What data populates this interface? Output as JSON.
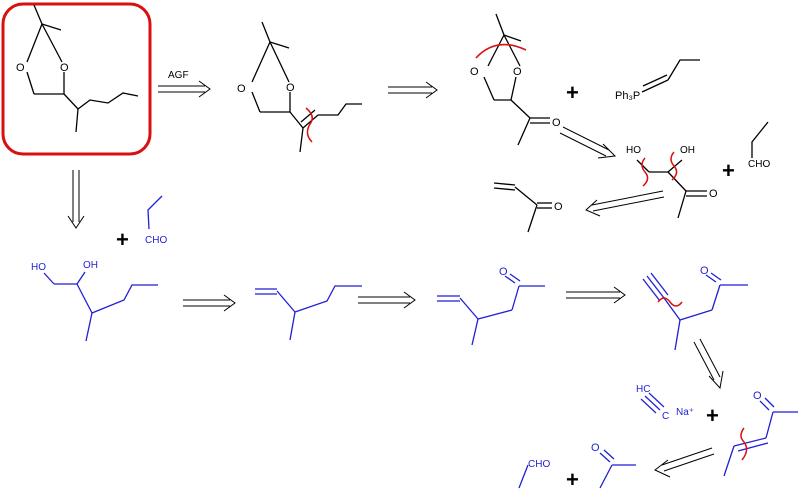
{
  "colors": {
    "black": "#000000",
    "blue": "#1f1fd6",
    "red": "#d81010",
    "box": "#d81010"
  },
  "labels": {
    "O": "O",
    "agf": "AGF",
    "plus": "+",
    "cho": "CHO",
    "ho": "HO",
    "oh": "OH",
    "ph3p": "Ph₃P",
    "hc": "HC",
    "c": "C",
    "na": "Na⁺"
  }
}
